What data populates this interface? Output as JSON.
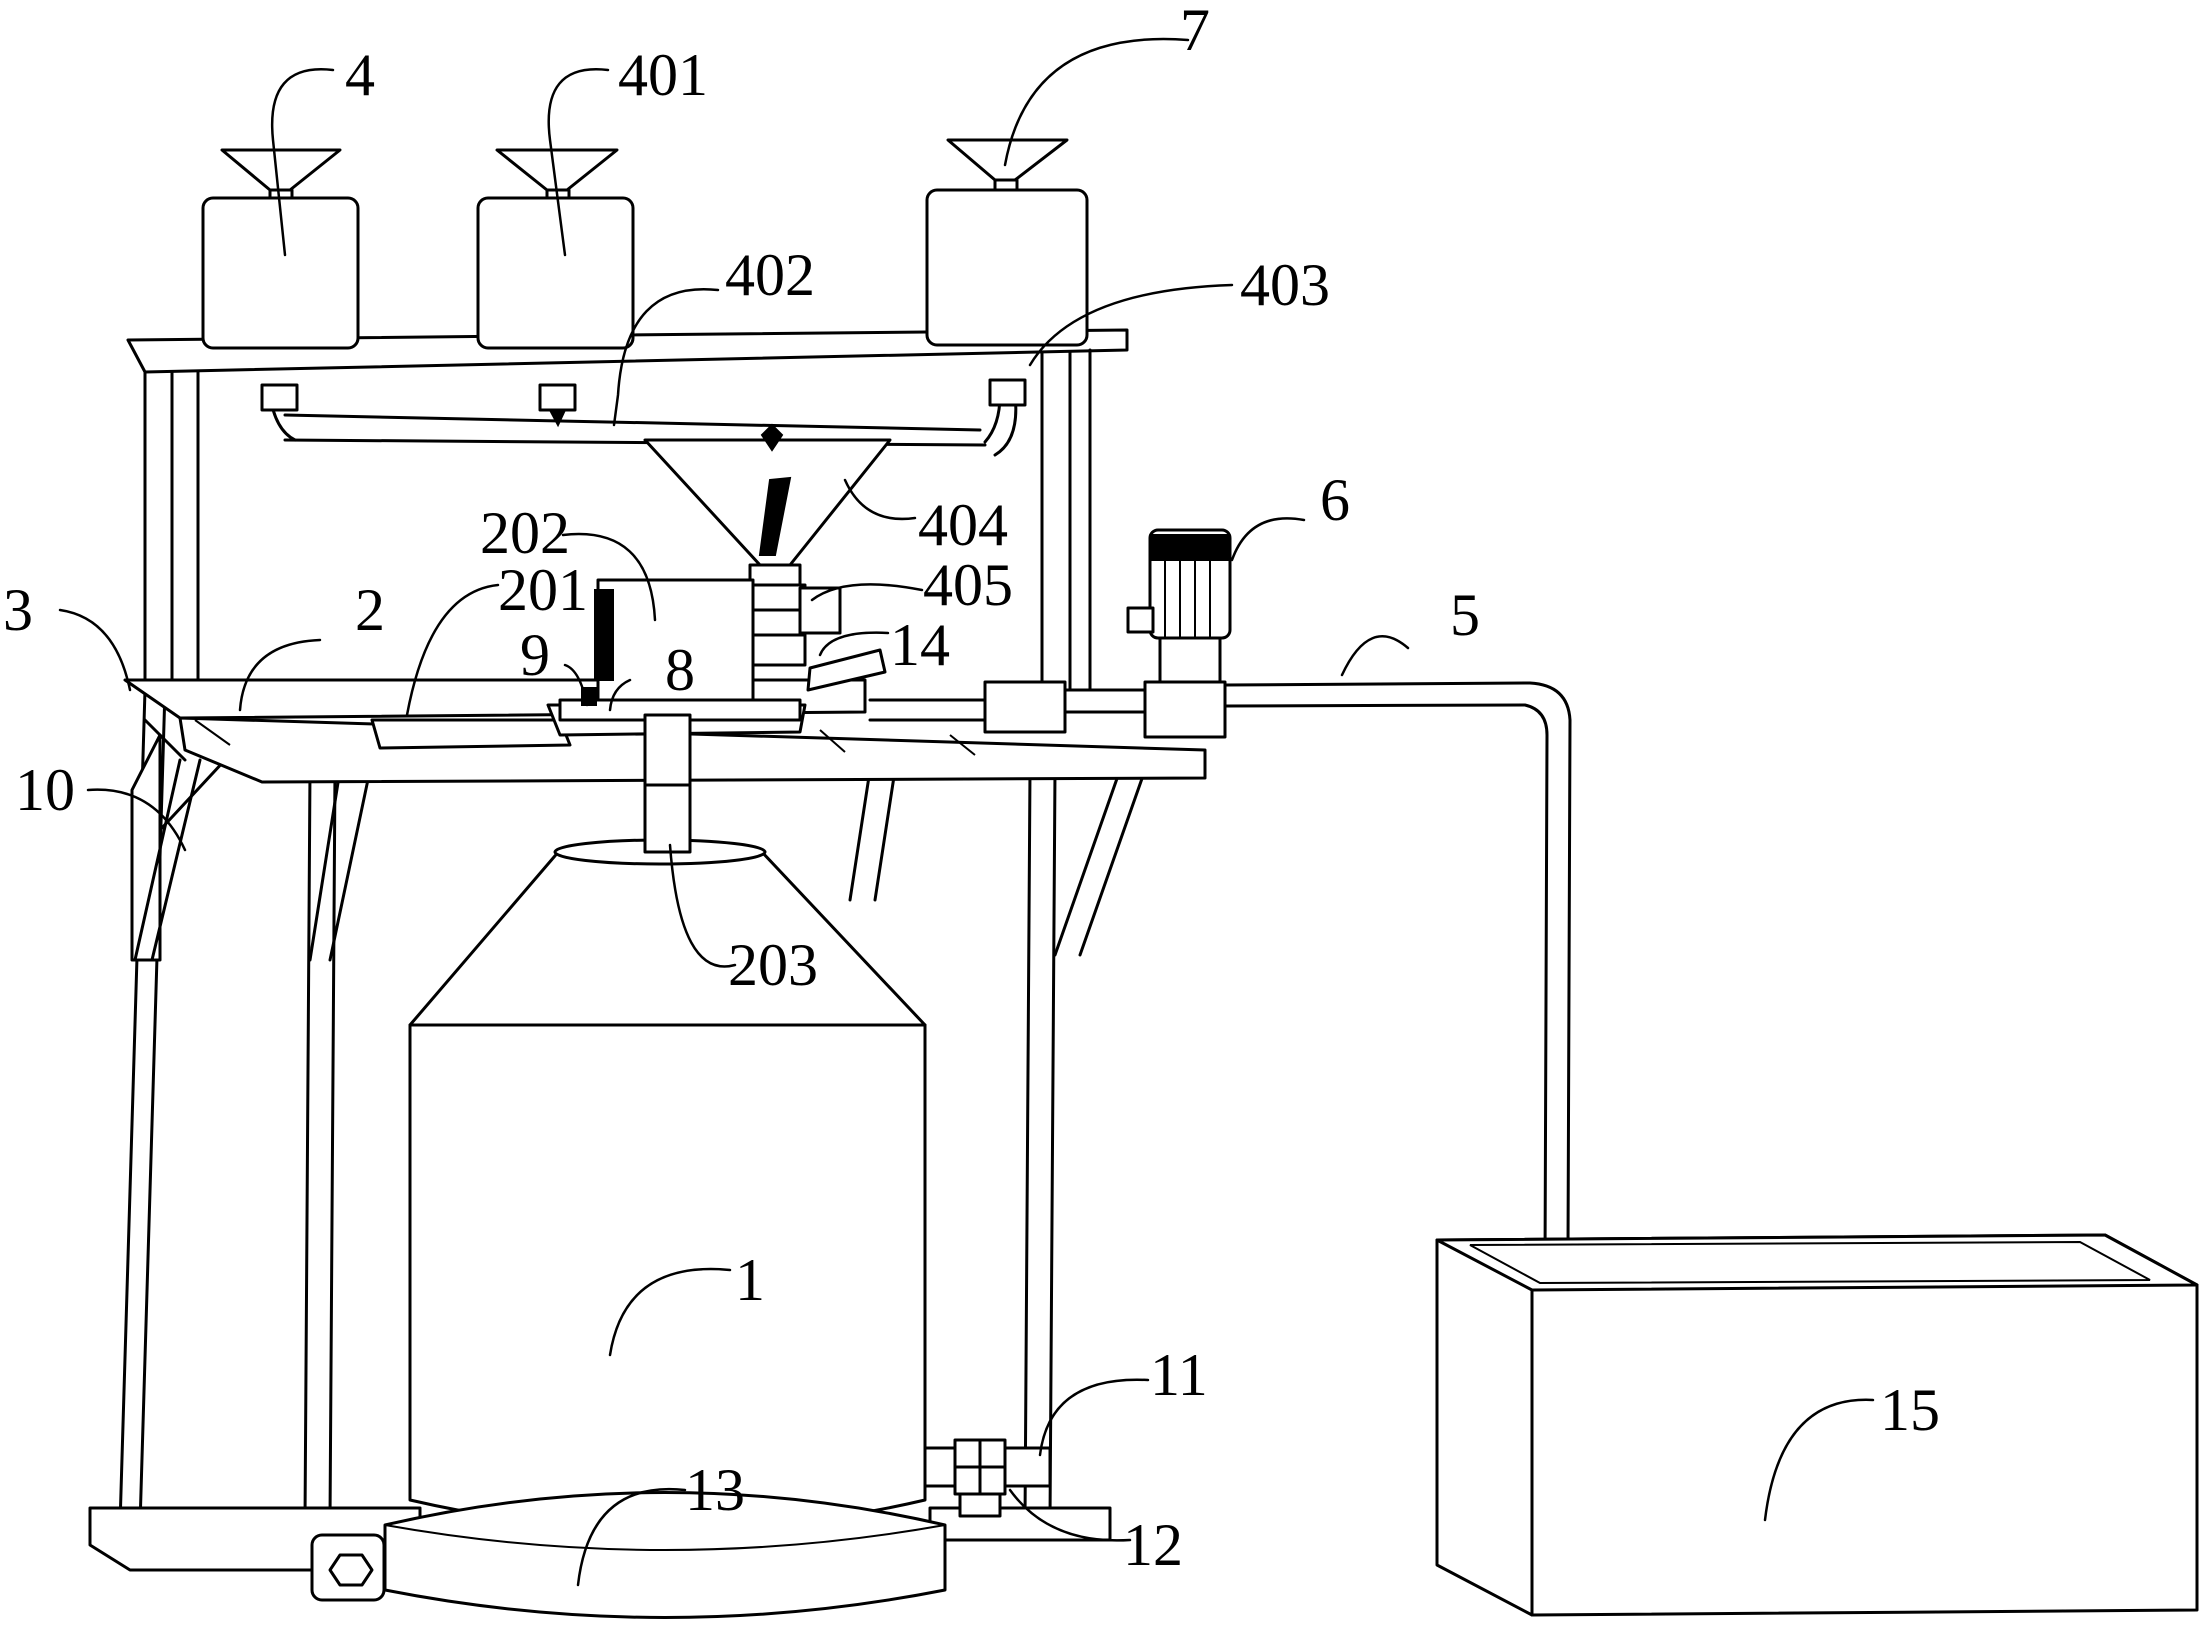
{
  "figure": {
    "line_color": "#000000",
    "background": "#ffffff",
    "labels": {
      "l1": "1",
      "l2": "2",
      "l3": "3",
      "l4": "4",
      "l5": "5",
      "l6": "6",
      "l7": "7",
      "l8": "8",
      "l9": "9",
      "l10": "10",
      "l11": "11",
      "l12": "12",
      "l13": "13",
      "l14": "14",
      "l15": "15",
      "l201": "201",
      "l202": "202",
      "l203": "203",
      "l401": "401",
      "l402": "402",
      "l403": "403",
      "l404": "404",
      "l405": "405"
    }
  }
}
